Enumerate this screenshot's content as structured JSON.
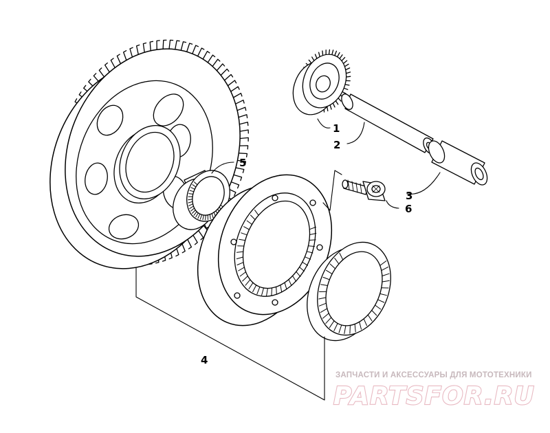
{
  "diagram": {
    "callouts": [
      "1",
      "2",
      "3",
      "4",
      "5",
      "6"
    ]
  },
  "watermark": {
    "tagline": "ЗАПЧАСТИ И АКСЕССУАРЫ ДЛЯ МОТОТЕХНИКИ",
    "logo": "PARTSFOR.RU",
    "color": "#e8b9c2"
  }
}
